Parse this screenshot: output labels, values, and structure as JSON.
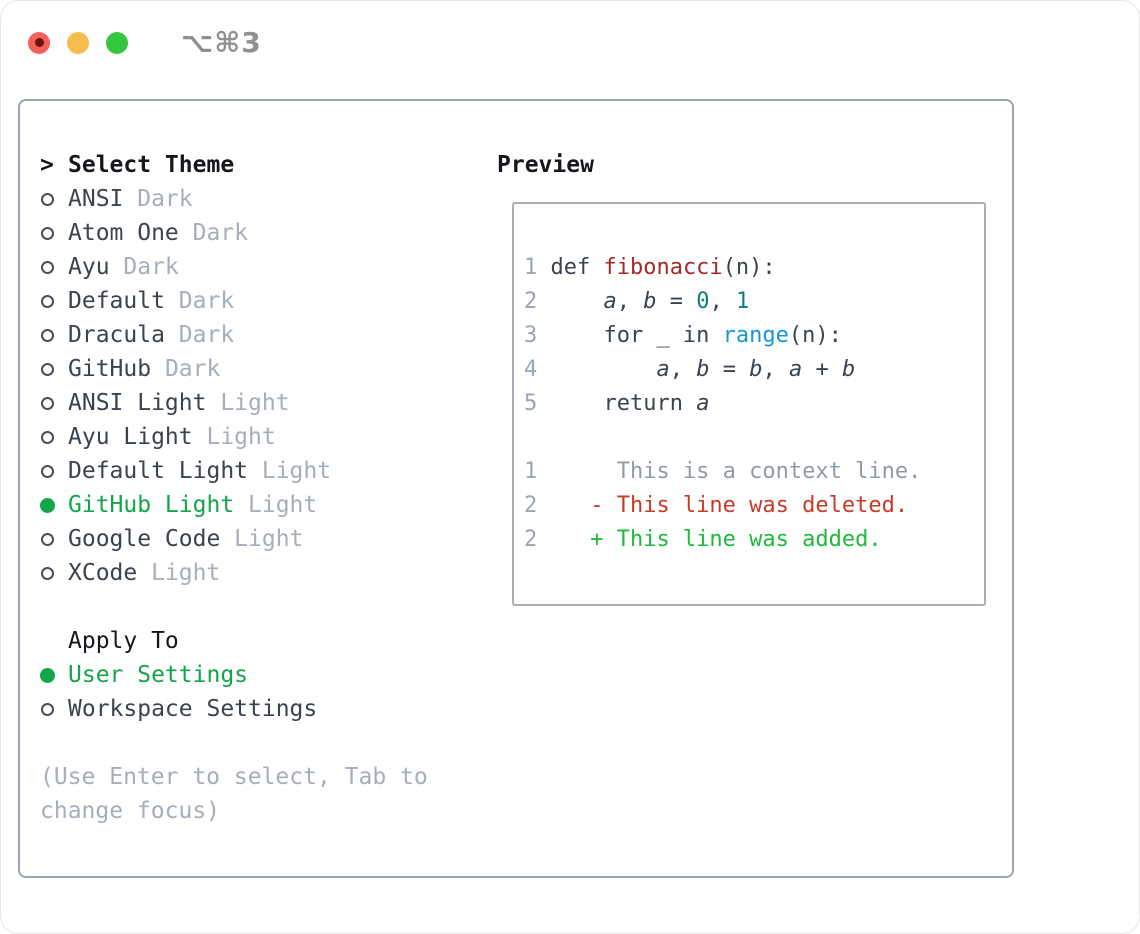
{
  "titlebar": {
    "title": "⌥⌘3"
  },
  "colors": {
    "tl_red": "#F2615C",
    "tl_red_dot": "#6E1110",
    "tl_yellow": "#F6BD4E",
    "tl_green": "#33C63E",
    "title_gray": "#8E9094",
    "border_main": "#9AA3AF",
    "border_preview": "#A9AEB7",
    "header_black": "#15171C",
    "text_dark": "#3A434E",
    "secondary": "#A6AEBA",
    "ring": "#454F5A",
    "green": "#14A449",
    "line_number": "#9AA5B3",
    "fn_red": "#A3292B",
    "num_teal": "#0E7E7B",
    "builtin_blue": "#1997D3",
    "ctx_gray": "#919BA6",
    "del_red": "#C93A27",
    "add_green": "#1DBA3E"
  },
  "theme_panel": {
    "cursor": ">",
    "header": "Select Theme",
    "themes": [
      {
        "name": "ANSI",
        "variant": "Dark",
        "selected": false
      },
      {
        "name": "Atom One",
        "variant": "Dark",
        "selected": false
      },
      {
        "name": "Ayu",
        "variant": "Dark",
        "selected": false
      },
      {
        "name": "Default",
        "variant": "Dark",
        "selected": false
      },
      {
        "name": "Dracula",
        "variant": "Dark",
        "selected": false
      },
      {
        "name": "GitHub",
        "variant": "Dark",
        "selected": false
      },
      {
        "name": "ANSI Light",
        "variant": "Light",
        "selected": false
      },
      {
        "name": "Ayu Light",
        "variant": "Light",
        "selected": false
      },
      {
        "name": "Default Light",
        "variant": "Light",
        "selected": false
      },
      {
        "name": "GitHub Light",
        "variant": "Light",
        "selected": true
      },
      {
        "name": "Google Code",
        "variant": "Light",
        "selected": false
      },
      {
        "name": "XCode",
        "variant": "Light",
        "selected": false
      }
    ],
    "apply_to": {
      "header": "Apply To",
      "options": [
        {
          "label": "User Settings",
          "selected": true
        },
        {
          "label": "Workspace Settings",
          "selected": false
        }
      ]
    },
    "hint_lines": [
      "(Use Enter to select, Tab to",
      "change focus)"
    ]
  },
  "preview": {
    "header": "Preview",
    "code_lines": [
      {
        "num": "1",
        "tokens": [
          [
            "def ",
            "default"
          ],
          [
            "fibonacci",
            "function"
          ],
          [
            "(n):",
            "default"
          ]
        ]
      },
      {
        "num": "2",
        "tokens": [
          [
            "    ",
            "default"
          ],
          [
            "a",
            "var"
          ],
          [
            ", ",
            "default"
          ],
          [
            "b",
            "var"
          ],
          [
            " = ",
            "default"
          ],
          [
            "0",
            "number"
          ],
          [
            ", ",
            "default"
          ],
          [
            "1",
            "number"
          ]
        ]
      },
      {
        "num": "3",
        "tokens": [
          [
            "    for _ in ",
            "default"
          ],
          [
            "range",
            "builtin"
          ],
          [
            "(n):",
            "default"
          ]
        ]
      },
      {
        "num": "4",
        "tokens": [
          [
            "        ",
            "default"
          ],
          [
            "a",
            "var"
          ],
          [
            ", ",
            "default"
          ],
          [
            "b",
            "var"
          ],
          [
            " = ",
            "default"
          ],
          [
            "b",
            "var"
          ],
          [
            ", ",
            "default"
          ],
          [
            "a",
            "var"
          ],
          [
            " + ",
            "default"
          ],
          [
            "b",
            "var"
          ]
        ]
      },
      {
        "num": "5",
        "tokens": [
          [
            "    return ",
            "default"
          ],
          [
            "a",
            "var"
          ]
        ]
      },
      {
        "num": "",
        "tokens": []
      },
      {
        "num": "1",
        "tokens": [
          [
            "     This is a context line.",
            "context"
          ]
        ]
      },
      {
        "num": "2",
        "tokens": [
          [
            "   - This line was deleted.",
            "deleted"
          ]
        ]
      },
      {
        "num": "2",
        "tokens": [
          [
            "   + This line was added.",
            "added"
          ]
        ]
      }
    ]
  }
}
